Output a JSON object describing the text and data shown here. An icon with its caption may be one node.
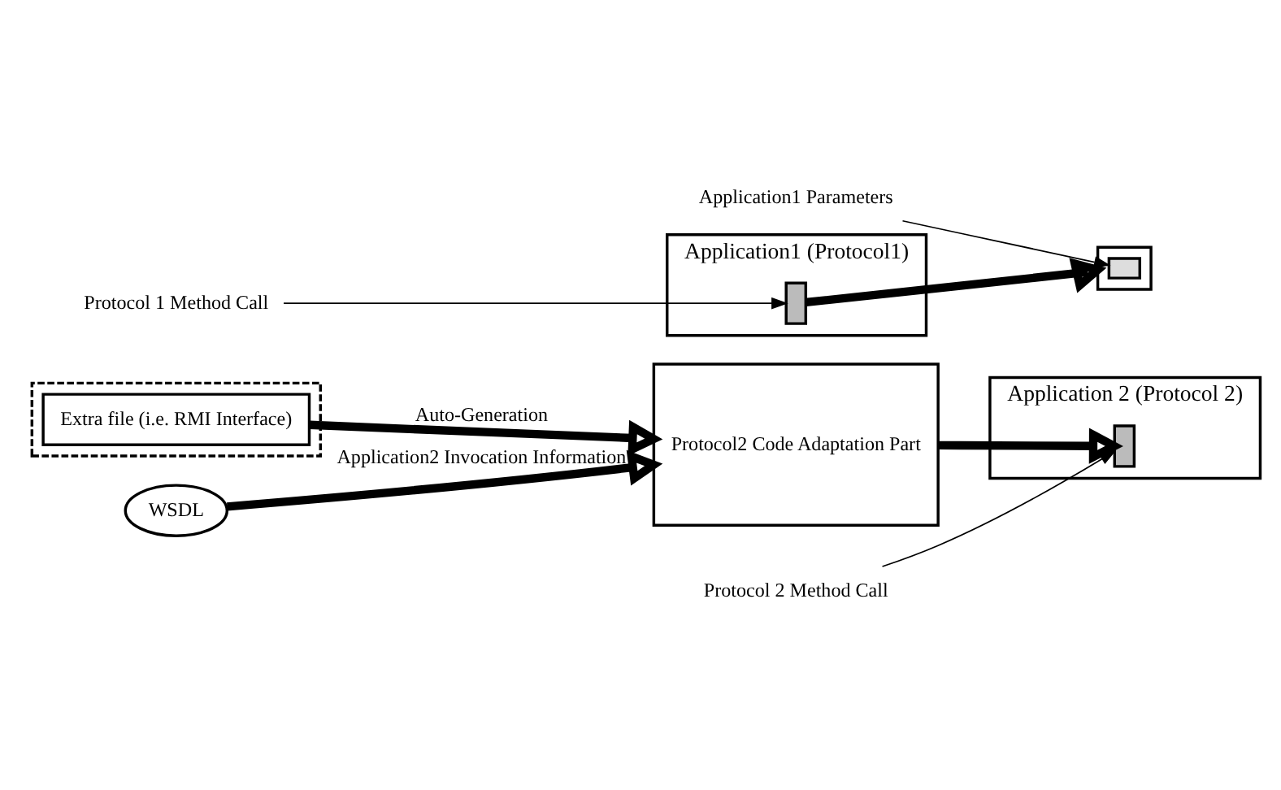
{
  "diagram": {
    "nodes": [
      {
        "text": [],
        "shape": "box"
      },
      {
        "text": [
          "Extra file (i.e. RMI Interface)"
        ],
        "in": 0
      },
      {
        "text": [
          "Application1 (Protocol1)"
        ]
      },
      {
        "text": [],
        "shape": "box",
        "in": 2
      },
      {
        "text": [],
        "shape": "box"
      },
      {
        "text": [],
        "shape": "box",
        "in": 4
      },
      {
        "text": [
          "Protocol2 Code Adaptation Part"
        ]
      },
      {
        "text": [
          "Application 2 (Protocol 2)"
        ]
      },
      {
        "text": [],
        "shape": "box",
        "in": 7
      },
      {
        "text": [
          "WSDL"
        ]
      },
      {
        "text": [
          "Protocol 1 Method Call"
        ]
      },
      {
        "text": [
          "Protocol 2 Method Call"
        ]
      },
      {
        "text": [
          "Application1 Parameters"
        ]
      }
    ],
    "edges": [
      {
        "from": 1,
        "to": 6,
        "arrow": "to",
        "label": "Auto-Generation"
      },
      {
        "from": 3,
        "to": 4,
        "arrow": "to"
      },
      {
        "from": 6,
        "to": 8,
        "arrow": "to"
      },
      {
        "from": 9,
        "to": 6,
        "arrow": "to",
        "label": "Application2 Invocation Information"
      },
      {
        "from": 10,
        "to": 3,
        "arrow": "to"
      },
      {
        "from": 11,
        "to": 8,
        "arrow": "to"
      },
      {
        "from": 12,
        "to": 5,
        "arrow": "to"
      }
    ]
  }
}
